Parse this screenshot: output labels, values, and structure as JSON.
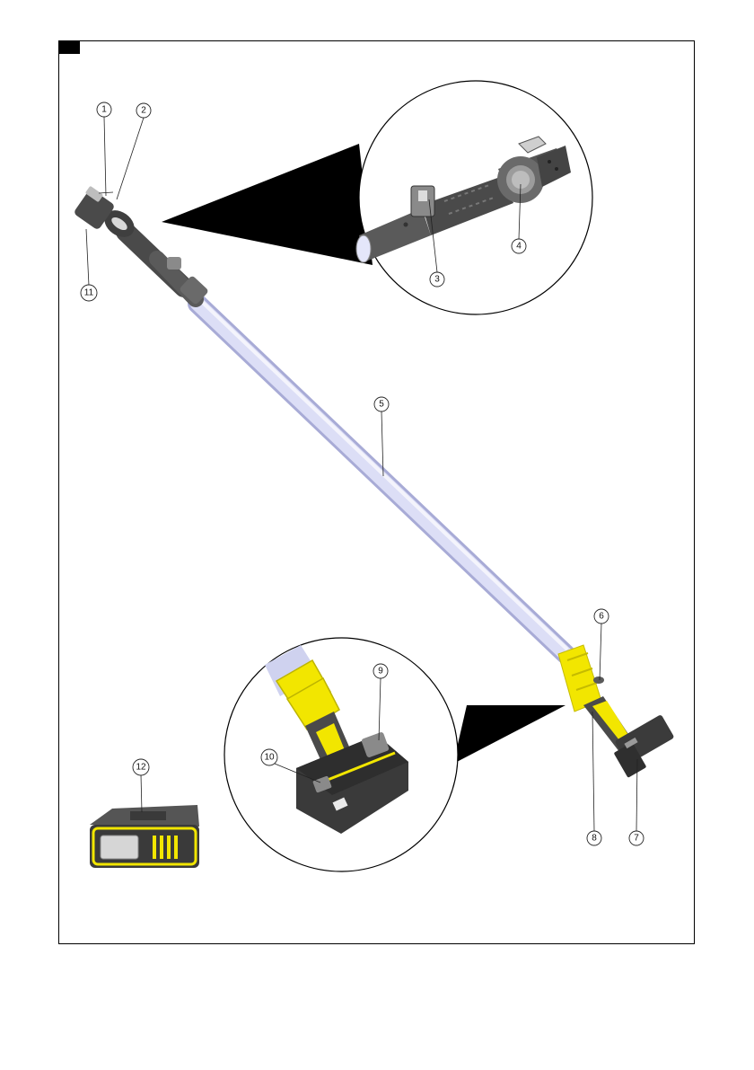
{
  "figure": {
    "callouts": [
      {
        "id": "callout-1",
        "label": "1"
      },
      {
        "id": "callout-2",
        "label": "2"
      },
      {
        "id": "callout-3",
        "label": "3"
      },
      {
        "id": "callout-4",
        "label": "4"
      },
      {
        "id": "callout-5",
        "label": "5"
      },
      {
        "id": "callout-6",
        "label": "6"
      },
      {
        "id": "callout-7",
        "label": "7"
      },
      {
        "id": "callout-8",
        "label": "8"
      },
      {
        "id": "callout-9",
        "label": "9"
      },
      {
        "id": "callout-10",
        "label": "10"
      },
      {
        "id": "callout-11",
        "label": "11"
      },
      {
        "id": "callout-12",
        "label": "12"
      }
    ],
    "colors": {
      "accent_yellow": "#f2e600",
      "dark_grey": "#4a4a4a",
      "mid_grey": "#7a7a7a",
      "tube": "#d6d8f4",
      "line": "#222222"
    }
  }
}
